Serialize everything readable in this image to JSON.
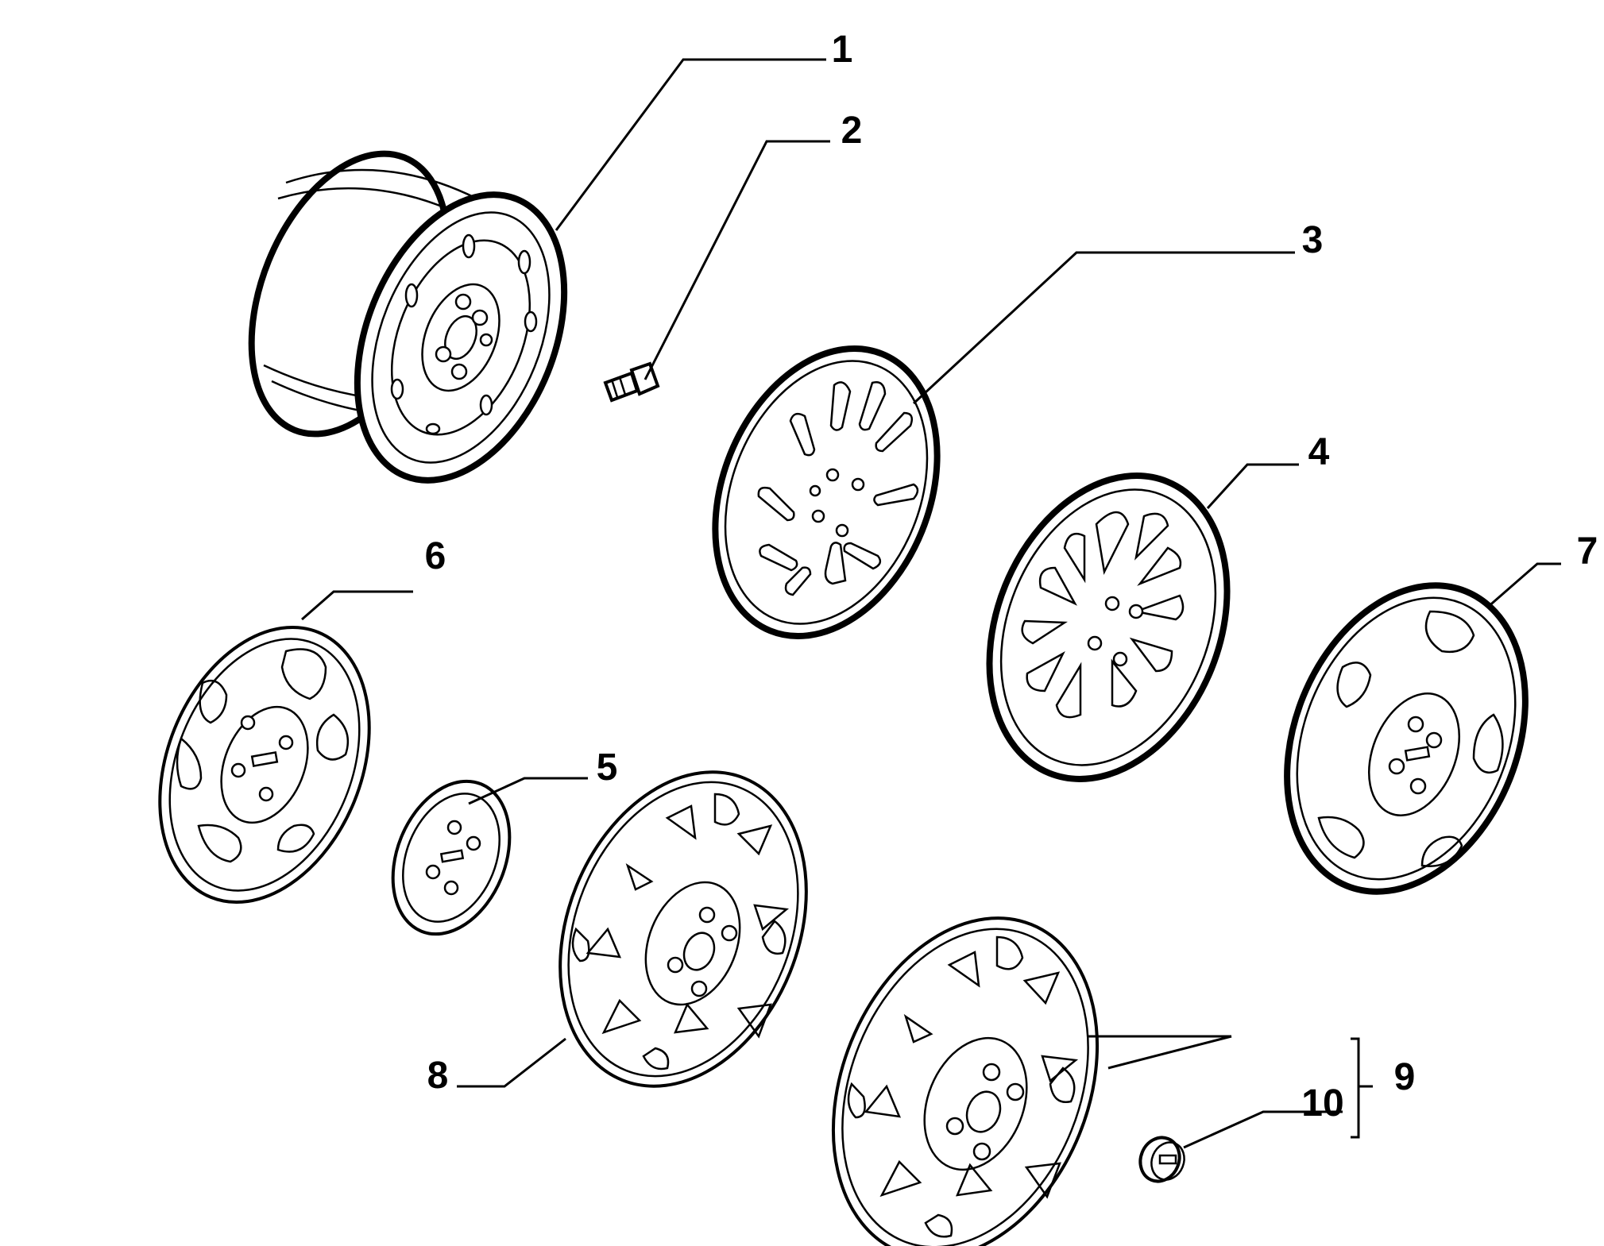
{
  "colors": {
    "ink": "#000000",
    "paper": "#ffffff"
  },
  "callouts": [
    {
      "id": "1",
      "label": "1"
    },
    {
      "id": "2",
      "label": "2"
    },
    {
      "id": "3",
      "label": "3"
    },
    {
      "id": "4",
      "label": "4"
    },
    {
      "id": "5",
      "label": "5"
    },
    {
      "id": "6",
      "label": "6"
    },
    {
      "id": "7",
      "label": "7"
    },
    {
      "id": "8",
      "label": "8"
    },
    {
      "id": "9",
      "label": "9"
    },
    {
      "id": "10",
      "label": "10"
    }
  ],
  "parts": [
    {
      "callout": "1",
      "icon": "steel-wheel-rim-icon"
    },
    {
      "callout": "2",
      "icon": "wheel-bolt-icon"
    },
    {
      "callout": "3",
      "icon": "wheel-cover-icon"
    },
    {
      "callout": "4",
      "icon": "wheel-cover-icon"
    },
    {
      "callout": "5",
      "icon": "hub-cap-icon"
    },
    {
      "callout": "6",
      "icon": "wheel-cover-icon"
    },
    {
      "callout": "7",
      "icon": "wheel-cover-icon"
    },
    {
      "callout": "8",
      "icon": "wheel-cover-icon"
    },
    {
      "callout": "9",
      "icon": "wheel-cover-icon"
    },
    {
      "callout": "10",
      "icon": "center-cap-icon"
    }
  ]
}
